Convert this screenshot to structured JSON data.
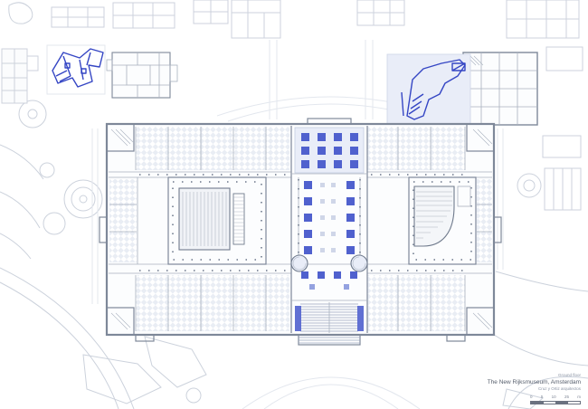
{
  "caption": {
    "line1": "Ground floor",
    "line2": "The New Rijksmuseum, Amsterdam",
    "line3": "Cruz y Ortiz arquitectos"
  },
  "scalebar": {
    "labels": [
      "0",
      "5",
      "10",
      "25"
    ],
    "unit": "m"
  },
  "colors": {
    "paper": "#ffffff",
    "context": "#ccd2dc",
    "wall": "#7e8899",
    "inner": "#a9b1bf",
    "accentBlue": "#3546c4",
    "blueFill": "#5061ce",
    "blueWash": "#e9edf8",
    "patternGray": "#e9edf4"
  }
}
